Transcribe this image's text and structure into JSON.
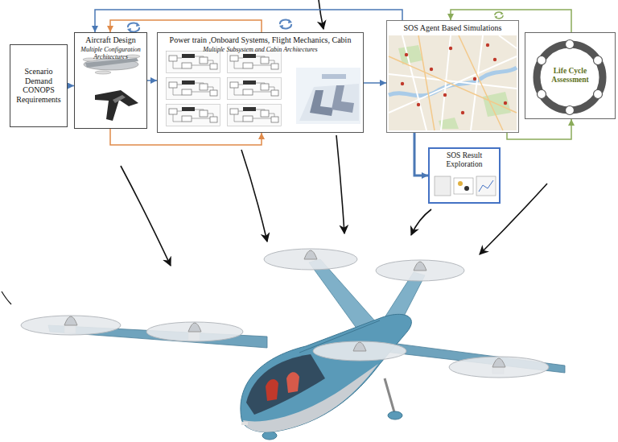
{
  "diagram": {
    "nodes": [
      {
        "text": [
          "Scenario Demand CONOPS Requirements"
        ]
      },
      {
        "text": [
          "Aircraft Design",
          "Multiple Configuration Architectures"
        ]
      },
      {
        "text": [
          "Power train ,Onboard Systems, Flight Mechanics, Cabin",
          "Multiple Subsystem and Cabin Architectures"
        ]
      },
      {
        "text": [
          "SOS Agent Based Simulations"
        ]
      },
      {
        "text": [
          "Life Cycle Assessment"
        ]
      },
      {
        "text": [
          "SOS Result Exploration"
        ]
      }
    ],
    "edges": [
      {
        "from": 0,
        "to": 1,
        "arrow": "to"
      },
      {
        "from": 1,
        "to": 2,
        "arrow": "to"
      },
      {
        "from": 2,
        "to": 3,
        "arrow": "to"
      },
      {
        "from": 3,
        "to": 5,
        "arrow": "to"
      },
      {
        "from": 3,
        "to": 1,
        "arrow": "to"
      },
      {
        "from": 2,
        "to": 1,
        "arrow": "to"
      },
      {
        "from": 1,
        "to": 2,
        "arrow": "to"
      },
      {
        "from": 4,
        "to": 3,
        "arrow": "to"
      },
      {
        "from": 3,
        "to": 4,
        "arrow": "to"
      }
    ]
  }
}
